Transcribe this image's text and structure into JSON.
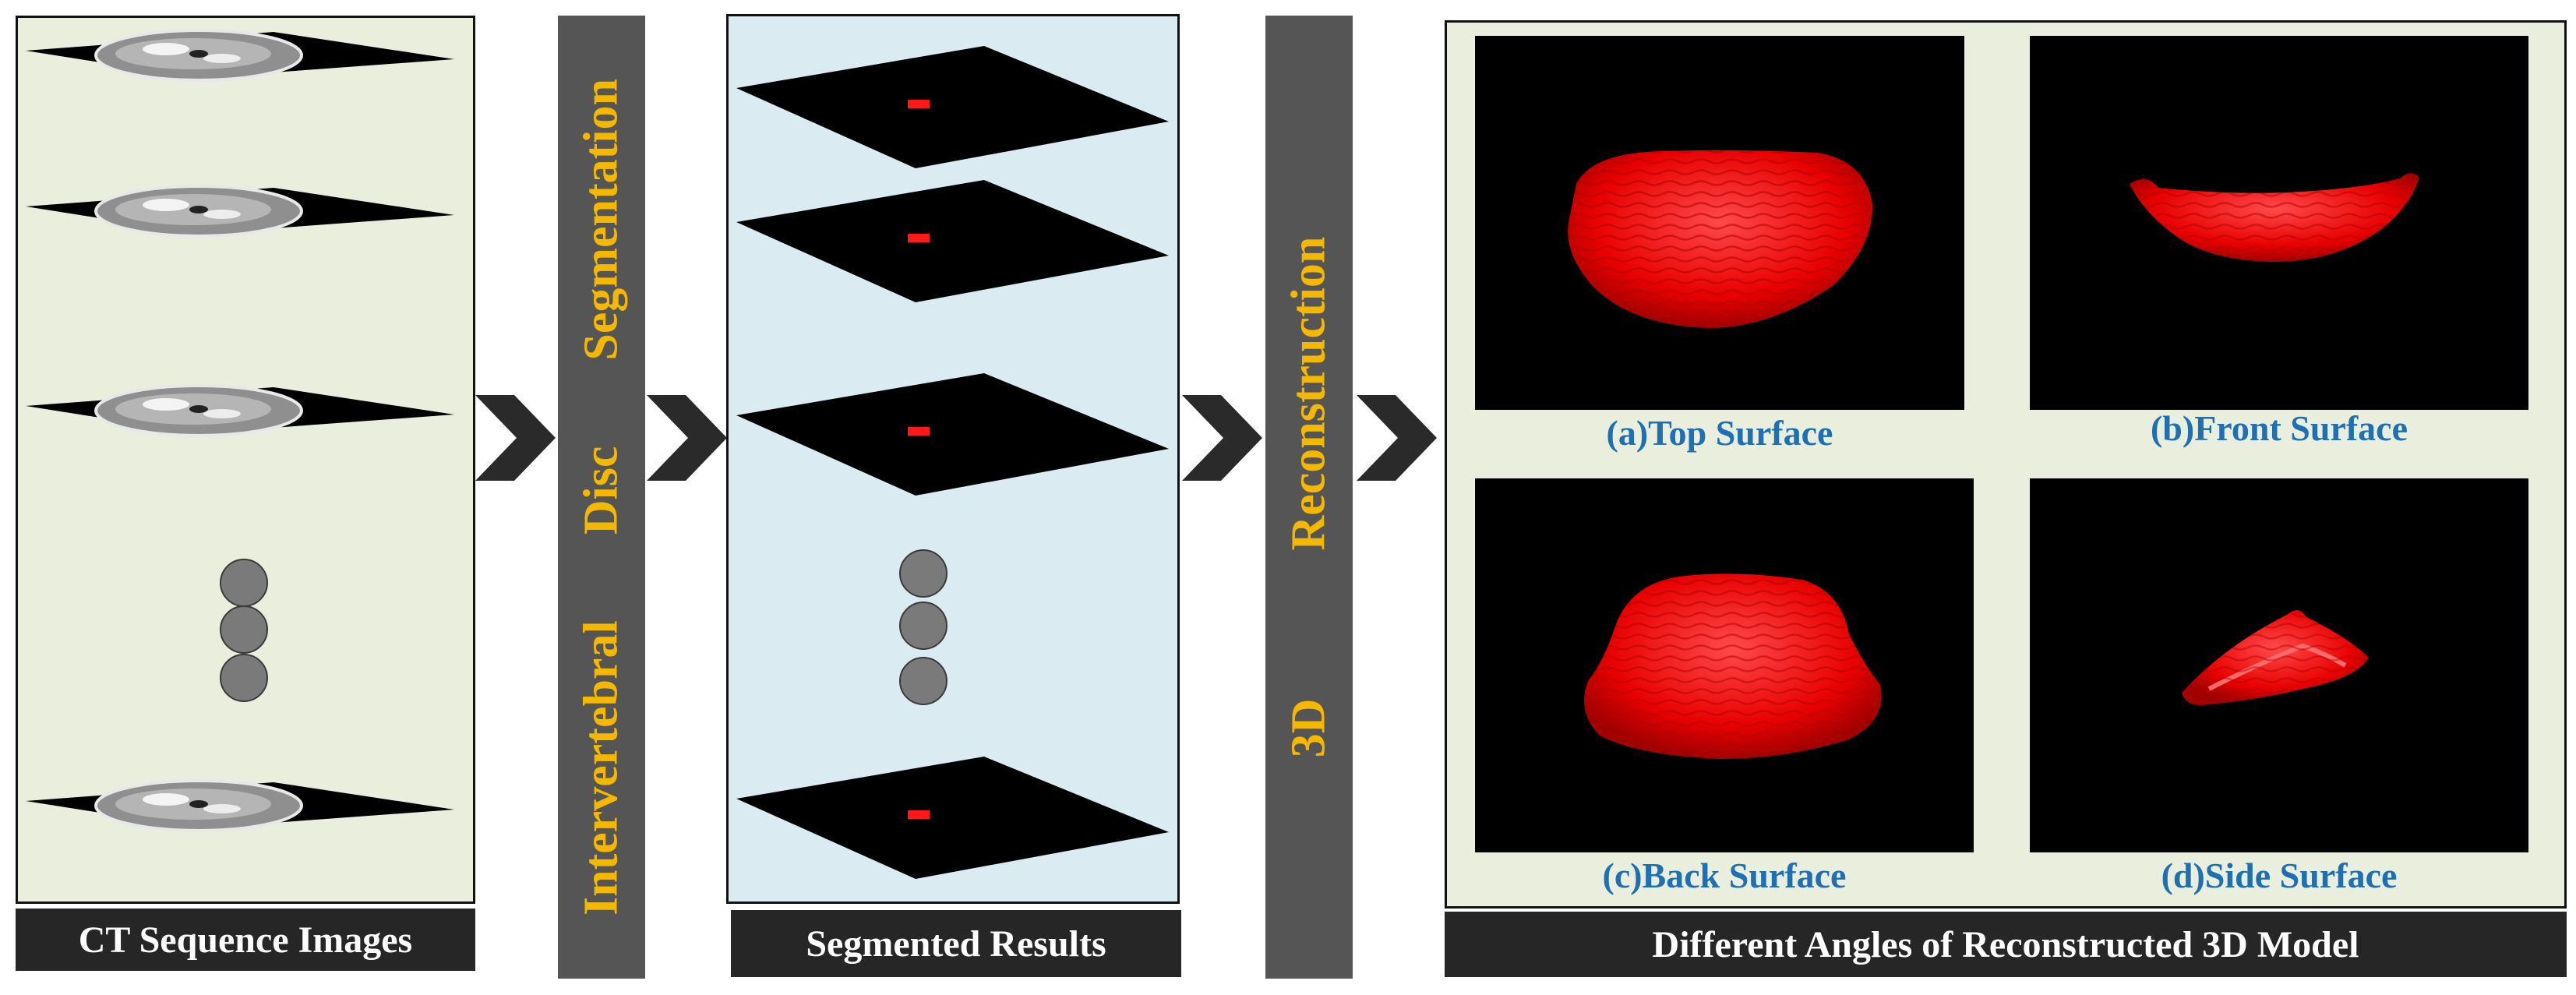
{
  "ct_panel": {
    "label": "CT Sequence Images"
  },
  "segmentation_bar": {
    "words": [
      "Intervertebral",
      "Disc",
      "Segmentation"
    ]
  },
  "segmented_panel": {
    "label": "Segmented Results"
  },
  "reconstruction_bar": {
    "words": [
      "3D",
      "Reconstruction"
    ]
  },
  "model_panel": {
    "label": "Different Angles of Reconstructed 3D Model",
    "views": [
      {
        "caption": "(a)Top Surface"
      },
      {
        "caption": "(b)Front Surface"
      },
      {
        "caption": "(c)Back Surface"
      },
      {
        "caption": "(d)Side Surface"
      }
    ]
  },
  "colors": {
    "ct_panel_bg": "#e9efdc",
    "seg_panel_bg": "#daecf2",
    "bar_bg": "#555555",
    "bar_text": "#f5b800",
    "label_bg": "#262626",
    "caption_text": "#1f6fb4",
    "disc_red": "#ff1a1a"
  },
  "icons": {
    "step_arrow": "chevron-right-icon",
    "ellipsis": "vertical-dots-icon"
  }
}
